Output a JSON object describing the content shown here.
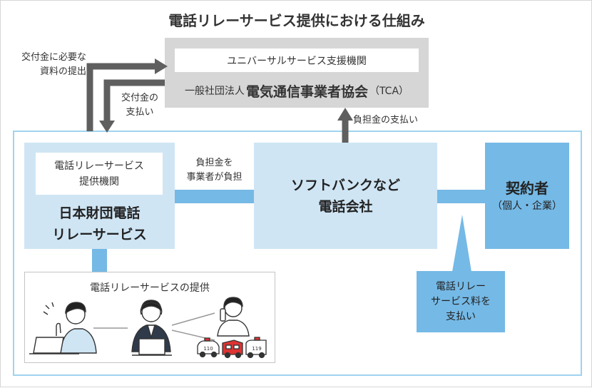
{
  "title": "電話リレーサービス提供における仕組み",
  "tca": {
    "inner_label": "ユニバーサルサービス支援機関",
    "name_prefix": "一般社団法人",
    "name_main": "電気通信事業者協会",
    "name_suffix": "（TCA）"
  },
  "flows": {
    "submit_docs": [
      "交付金に必要な",
      "資料の提出"
    ],
    "grant_payment": [
      "交付金の",
      "支払い"
    ],
    "burden_payment": "負担金の支払い",
    "burden_by_carriers": [
      "負担金を",
      "事業者が負担"
    ],
    "relay_fee_payment": [
      "電話リレー",
      "サービス料を",
      "支払い"
    ]
  },
  "provider": {
    "inner_label": [
      "電話リレーサービス",
      "提供機関"
    ],
    "name": [
      "日本財団電話",
      "リレーサービス"
    ]
  },
  "carrier": {
    "name": [
      "ソフトバンクなど",
      "電話会社"
    ]
  },
  "contractor": {
    "title": "契約者",
    "subtitle": "（個人・企業）"
  },
  "service": {
    "title": "電話リレーサービスの提供",
    "vehicles": [
      "110",
      "119"
    ]
  },
  "colors": {
    "accent_light": "#cfe5f4",
    "accent": "#75b9e6",
    "frame": "#9fd3ef",
    "tca_gray": "#d6d6d6",
    "arrow_gray": "#5f5f5f"
  }
}
